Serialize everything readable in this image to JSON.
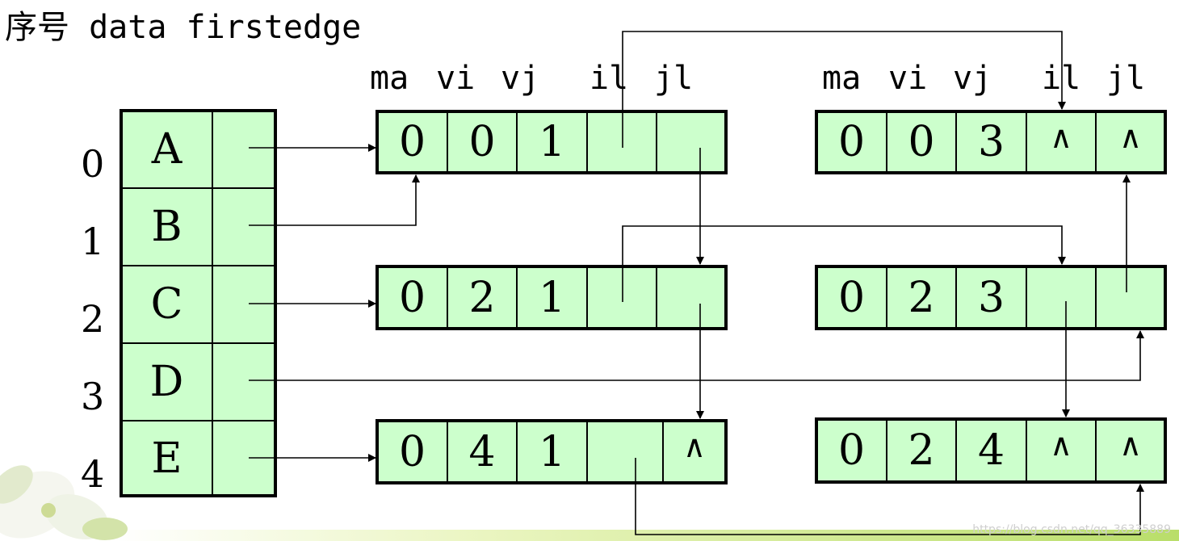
{
  "header": {
    "title": "序号 data firstedge"
  },
  "columns": {
    "left": [
      "ma",
      "vi",
      "vj",
      "il",
      "jl"
    ],
    "right": [
      "ma",
      "vi",
      "vj",
      "il",
      "jl"
    ]
  },
  "vertices": [
    {
      "index": "0",
      "data": "A"
    },
    {
      "index": "1",
      "data": "B"
    },
    {
      "index": "2",
      "data": "C"
    },
    {
      "index": "3",
      "data": "D"
    },
    {
      "index": "4",
      "data": "E"
    }
  ],
  "edges": {
    "e01": {
      "ma": "0",
      "vi": "0",
      "vj": "1",
      "il": "",
      "jl": ""
    },
    "e21": {
      "ma": "0",
      "vi": "2",
      "vj": "1",
      "il": "",
      "jl": ""
    },
    "e41": {
      "ma": "0",
      "vi": "4",
      "vj": "1",
      "il": "",
      "jl": "∧"
    },
    "e03": {
      "ma": "0",
      "vi": "0",
      "vj": "3",
      "il": "∧",
      "jl": "∧"
    },
    "e23": {
      "ma": "0",
      "vi": "2",
      "vj": "3",
      "il": "",
      "jl": ""
    },
    "e24": {
      "ma": "0",
      "vi": "2",
      "vj": "4",
      "il": "∧",
      "jl": "∧"
    }
  },
  "watermark": "https://blog.csdn.net/qq_36335889",
  "colors": {
    "cell_fill": "#ccffcc",
    "border": "#000000"
  }
}
